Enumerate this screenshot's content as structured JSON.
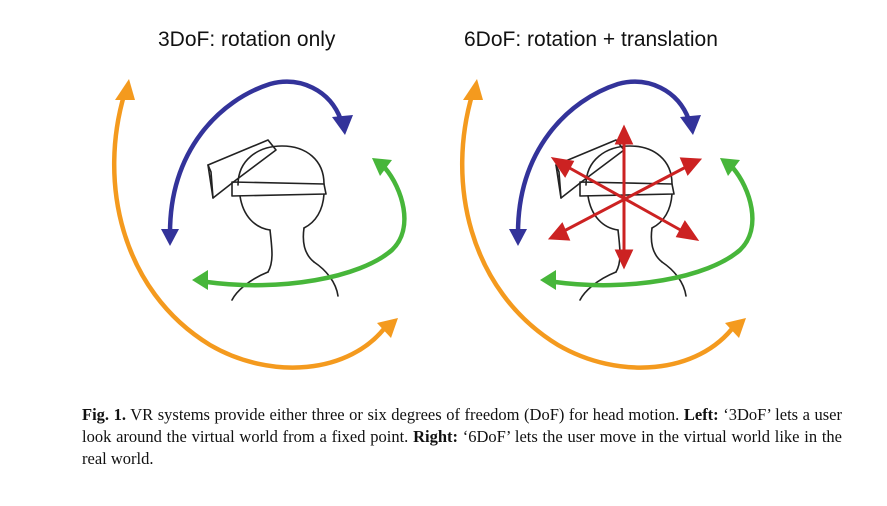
{
  "panels": {
    "left_title": "3DoF: rotation only",
    "right_title": "6DoF: rotation + translation"
  },
  "colors": {
    "yaw_arrow": "#f49a1e",
    "pitch_arrow": "#33339a",
    "roll_arrow": "#47b63a",
    "translation_arrows": "#cc2222",
    "outline": "#222222"
  },
  "caption": {
    "fig_label": "Fig. 1.",
    "text_1": " VR systems provide either three or six degrees of freedom (DoF) for head motion. ",
    "left_label": "Left:",
    "text_2": " ‘3DoF’ lets a user look around the virtual world from a fixed point.",
    "right_label": "Right:",
    "text_3": " ‘6DoF’ lets the user move in the virtual world like in the real world."
  }
}
